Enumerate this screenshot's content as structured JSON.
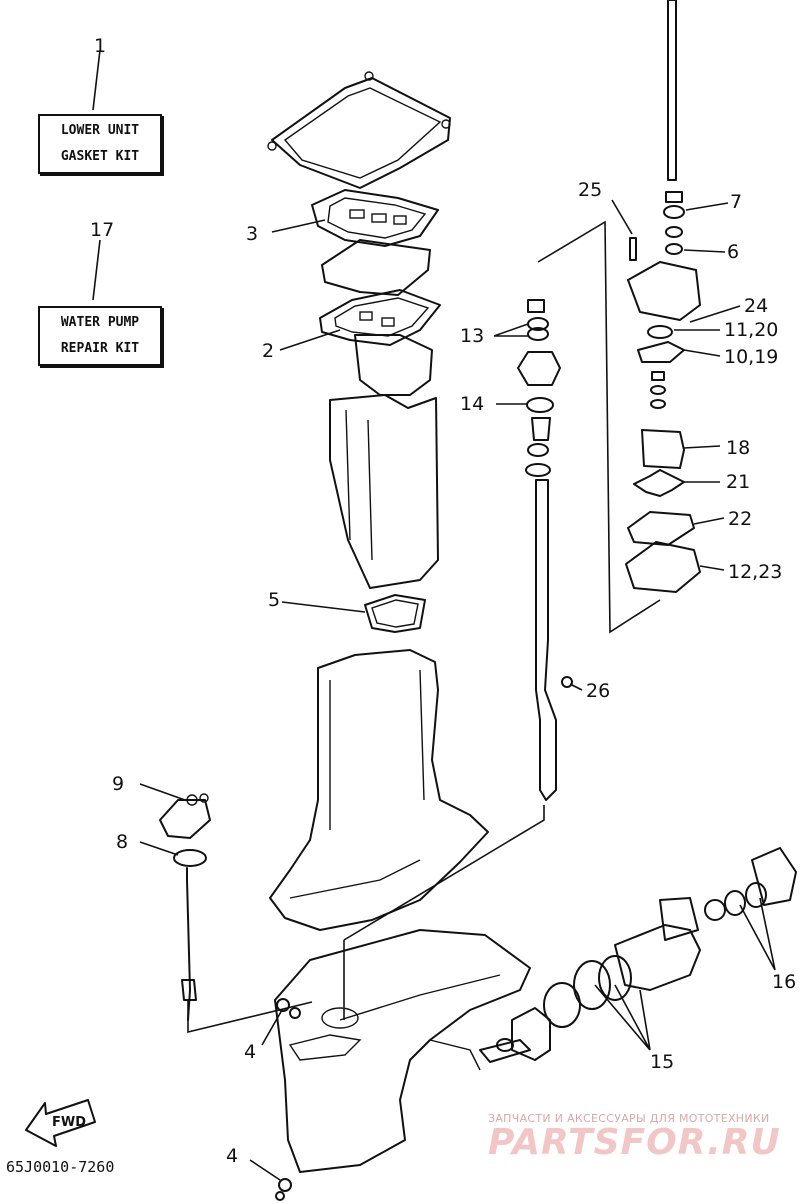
{
  "kits": [
    {
      "number": "1",
      "lines": [
        "LOWER UNIT",
        "GASKET KIT"
      ]
    },
    {
      "number": "17",
      "lines": [
        "WATER PUMP",
        "REPAIR KIT"
      ]
    }
  ],
  "callouts": {
    "c2": "2",
    "c3": "3",
    "c4a": "4",
    "c4b": "4",
    "c5": "5",
    "c6": "6",
    "c7": "7",
    "c8": "8",
    "c9": "9",
    "c10": "10,19",
    "c11": "11,20",
    "c12": "12,23",
    "c13": "13",
    "c14": "14",
    "c15": "15",
    "c16": "16",
    "c18": "18",
    "c21": "21",
    "c22": "22",
    "c24": "24",
    "c25": "25",
    "c26": "26"
  },
  "fwd_label": "FWD",
  "diagram_code": "65J0010-7260",
  "watermark": {
    "small": "ЗАПЧАСТИ И АКСЕССУАРЫ ДЛЯ МОТОТЕХНИКИ",
    "big": "PARTSFOR.RU"
  }
}
